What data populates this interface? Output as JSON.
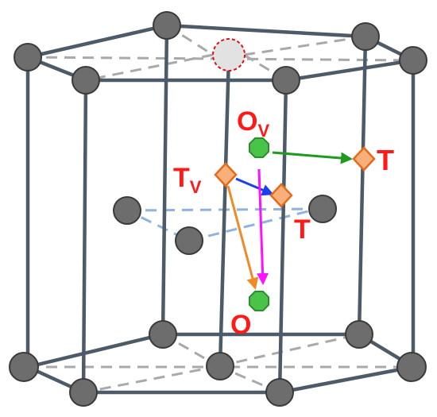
{
  "labels": {
    "ov_main": "O",
    "ov_sub": "V",
    "tv_main": "T",
    "tv_sub": "V",
    "t_right": "T",
    "t_center": "T",
    "o_bottom": "O"
  },
  "colors": {
    "edge": "#4d5a68",
    "atom": "#6d6d6d",
    "label": "#ff1a1a",
    "tetrahedral_site": "#f7b079",
    "octahedral_site": "#49c449",
    "arrow_green": "#1f9a1f",
    "arrow_blue": "#1c3ff0",
    "arrow_orange": "#f08a24",
    "arrow_magenta": "#ff10ff",
    "vacancy_outline": "#e01010"
  }
}
